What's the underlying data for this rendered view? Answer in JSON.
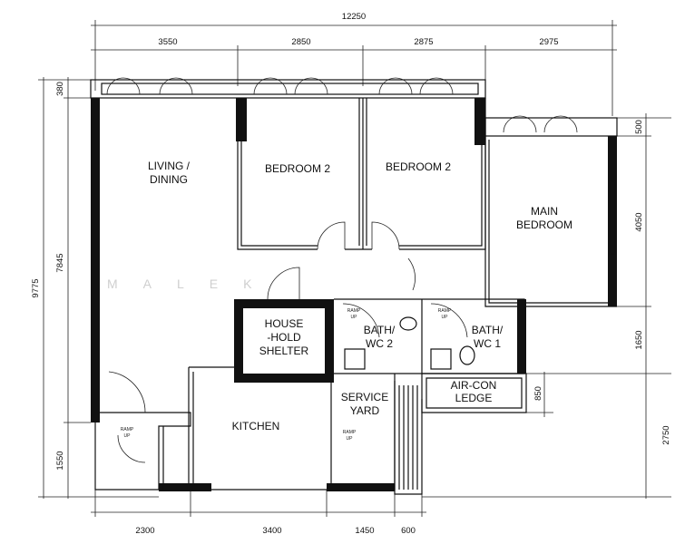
{
  "rooms": {
    "living": [
      "LIVING /",
      "DINING"
    ],
    "bedroom_a": "BEDROOM 2",
    "bedroom_b": "BEDROOM 2",
    "main_bedroom": [
      "MAIN",
      "BEDROOM"
    ],
    "shelter": [
      "HOUSE",
      "-HOLD",
      "SHELTER"
    ],
    "bath2": [
      "BATH/",
      "WC 2"
    ],
    "bath1": [
      "BATH/",
      "WC 1"
    ],
    "aircon": [
      "AIR-CON",
      "LEDGE"
    ],
    "kitchen": "KITCHEN",
    "service_yard": [
      "SERVICE",
      "YARD"
    ]
  },
  "ramp_label": [
    "RAMP",
    "UP"
  ],
  "watermark": "MALEK",
  "dimensions": {
    "overall_width": "12250",
    "top": [
      "3550",
      "2850",
      "2875",
      "2975"
    ],
    "left_overall": "9775",
    "left": [
      "380",
      "7845",
      "1550"
    ],
    "right": [
      "500",
      "4050",
      "1650",
      "2750"
    ],
    "aircon_depth": "850",
    "bottom": [
      "2300",
      "3400",
      "1450",
      "600"
    ]
  }
}
